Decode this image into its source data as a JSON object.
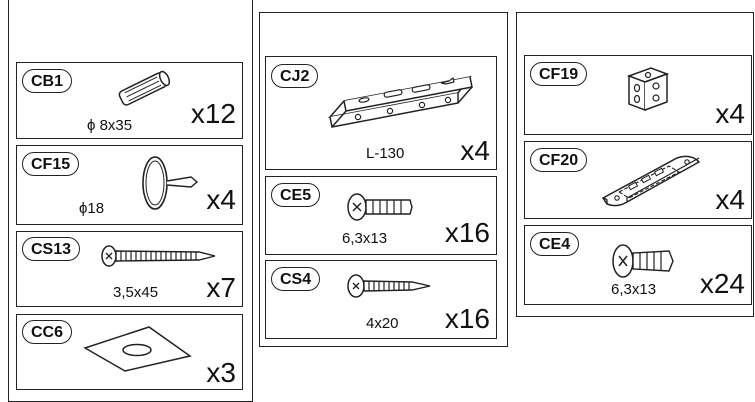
{
  "items": {
    "cb1": {
      "code": "CB1",
      "size": "ϕ 8x35",
      "qty": "x12"
    },
    "cf15": {
      "code": "CF15",
      "size": "ϕ18",
      "qty": "x4"
    },
    "cs13": {
      "code": "CS13",
      "size": "3,5x45",
      "qty": "x7"
    },
    "cc6": {
      "code": "CC6",
      "size": "",
      "qty": "x3"
    },
    "cj2": {
      "code": "CJ2",
      "size": "L-130",
      "qty": "x4"
    },
    "ce5": {
      "code": "CE5",
      "size": "6,3x13",
      "qty": "x16"
    },
    "cs4": {
      "code": "CS4",
      "size": "4x20",
      "qty": "x16"
    },
    "cf19": {
      "code": "CF19",
      "size": "",
      "qty": "x4"
    },
    "cf20": {
      "code": "CF20",
      "size": "",
      "qty": "x4"
    },
    "ce4": {
      "code": "CE4",
      "size": "6,3x13",
      "qty": "x24"
    }
  },
  "icons": {
    "cb1": "wooden-dowel-icon",
    "cf15": "furniture-glide-icon",
    "cs13": "long-screw-icon",
    "cc6": "washer-plate-icon",
    "cj2": "slotted-angle-bracket-icon",
    "ce5": "short-screw-icon",
    "cs4": "small-screw-icon",
    "cf19": "corner-bracket-icon",
    "cf20": "hanging-plate-icon",
    "ce4": "cabinet-screw-icon"
  }
}
